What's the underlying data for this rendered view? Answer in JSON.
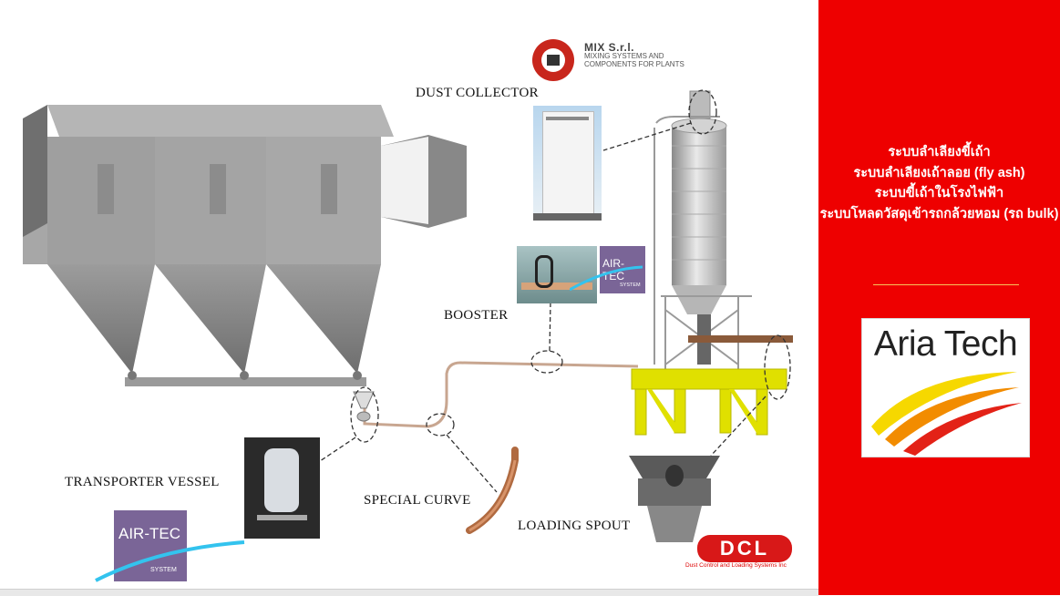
{
  "labels": {
    "dust_collector": "DUST COLLECTOR",
    "booster": "BOOSTER",
    "transporter_vessel": "TRANSPORTER VESSEL",
    "special_curve": "SPECIAL CURVE",
    "loading_spout": "LOADING SPOUT"
  },
  "side_panel": {
    "lines": [
      "ระบบลำเลียงขี้เถ้า",
      "ระบบลำเลียงเถ้าลอย (fly ash)",
      "ระบบขี้เถ้าในโรงไฟฟ้า",
      "ระบบโหลดวัสดุเข้ารถกล้วยหอม (รถ bulk)"
    ],
    "logo_text": "Aria Tech",
    "background_color": "#ee0000"
  },
  "logos": {
    "mix": {
      "name": "MIX S.r.l.",
      "tagline_1": "MIXING SYSTEMS AND",
      "tagline_2": "COMPONENTS FOR PLANTS"
    },
    "airtec_booster": {
      "name": "AIR-TEC",
      "sub": "SYSTEM"
    },
    "airtec_vessel": {
      "name": "AIR-TEC",
      "sub": "SYSTEM"
    },
    "dcl": {
      "name": "DCL",
      "tagline": "Dust Control and Loading Systems Inc"
    }
  }
}
